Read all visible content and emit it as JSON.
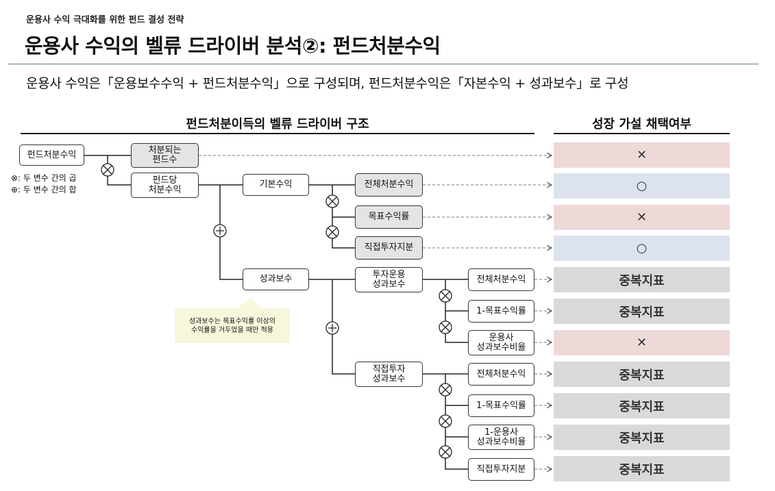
{
  "header": {
    "kicker": "운용사 수익 극대화를 위한 펀드 결성 전략",
    "title": "운용사 수익의 벨류 드라이버 분석②: 펀드처분수익",
    "subtitle": "운용사 수익은「운용보수수익 + 펀드처분수익」으로 구성되며, 펀드처분수익은「자본수익 + 성과보수」로 구성"
  },
  "columns": {
    "left_heading": "펀드처분이득의 벨류 드라이버 구조",
    "right_heading": "성장 가설 채택여부"
  },
  "legend": {
    "multiply": "⊗: 두 변수 간의 곱",
    "add": "⊕: 두 변수 간의 합"
  },
  "nodes": {
    "fund_disposal_income": "펀드처분수익",
    "funds_disposed": [
      "처분되는",
      "펀드수"
    ],
    "per_fund_disposal": [
      "펀드당",
      "처분수익"
    ],
    "base_income": "기본수익",
    "performance_fee": "성과보수",
    "total_disposal_1": "전체처분수익",
    "target_return_rate": "목표수익률",
    "direct_investment_share_1": "직접투자지분",
    "investment_perf_fee": [
      "투자운용",
      "성과보수"
    ],
    "direct_investment_perf_fee": [
      "직접투자",
      "성과보수"
    ],
    "total_disposal_2": "전체처분수익",
    "one_minus_target_1": "1-목표수익률",
    "gp_perf_fee_ratio": [
      "운용사",
      "성과보수비율"
    ],
    "total_disposal_3": "전체처분수익",
    "one_minus_target_2": "1-목표수익률",
    "one_minus_gp_perf_fee_ratio": [
      "1-운용사",
      "성과보수비율"
    ],
    "direct_investment_share_2": "직접투자지분"
  },
  "note": [
    "성과보수는 목표수익률 이상의",
    "수익률을 거두었을 때만 적용"
  ],
  "results": [
    {
      "mark": "✕",
      "status": "red"
    },
    {
      "mark": "○",
      "status": "blue"
    },
    {
      "mark": "✕",
      "status": "red"
    },
    {
      "mark": "○",
      "status": "blue"
    },
    {
      "mark": "중복지표",
      "status": "grey"
    },
    {
      "mark": "중복지표",
      "status": "grey"
    },
    {
      "mark": "✕",
      "status": "red"
    },
    {
      "mark": "중복지표",
      "status": "grey"
    },
    {
      "mark": "중복지표",
      "status": "grey"
    },
    {
      "mark": "중복지표",
      "status": "grey"
    },
    {
      "mark": "중복지표",
      "status": "grey"
    }
  ],
  "colors": {
    "rejected": "#eed9d9",
    "adopted": "#dde3ee",
    "duplicate": "#d9d9d9",
    "note_bg": "#f7f7dc",
    "title_rule": "#5f7f86"
  }
}
